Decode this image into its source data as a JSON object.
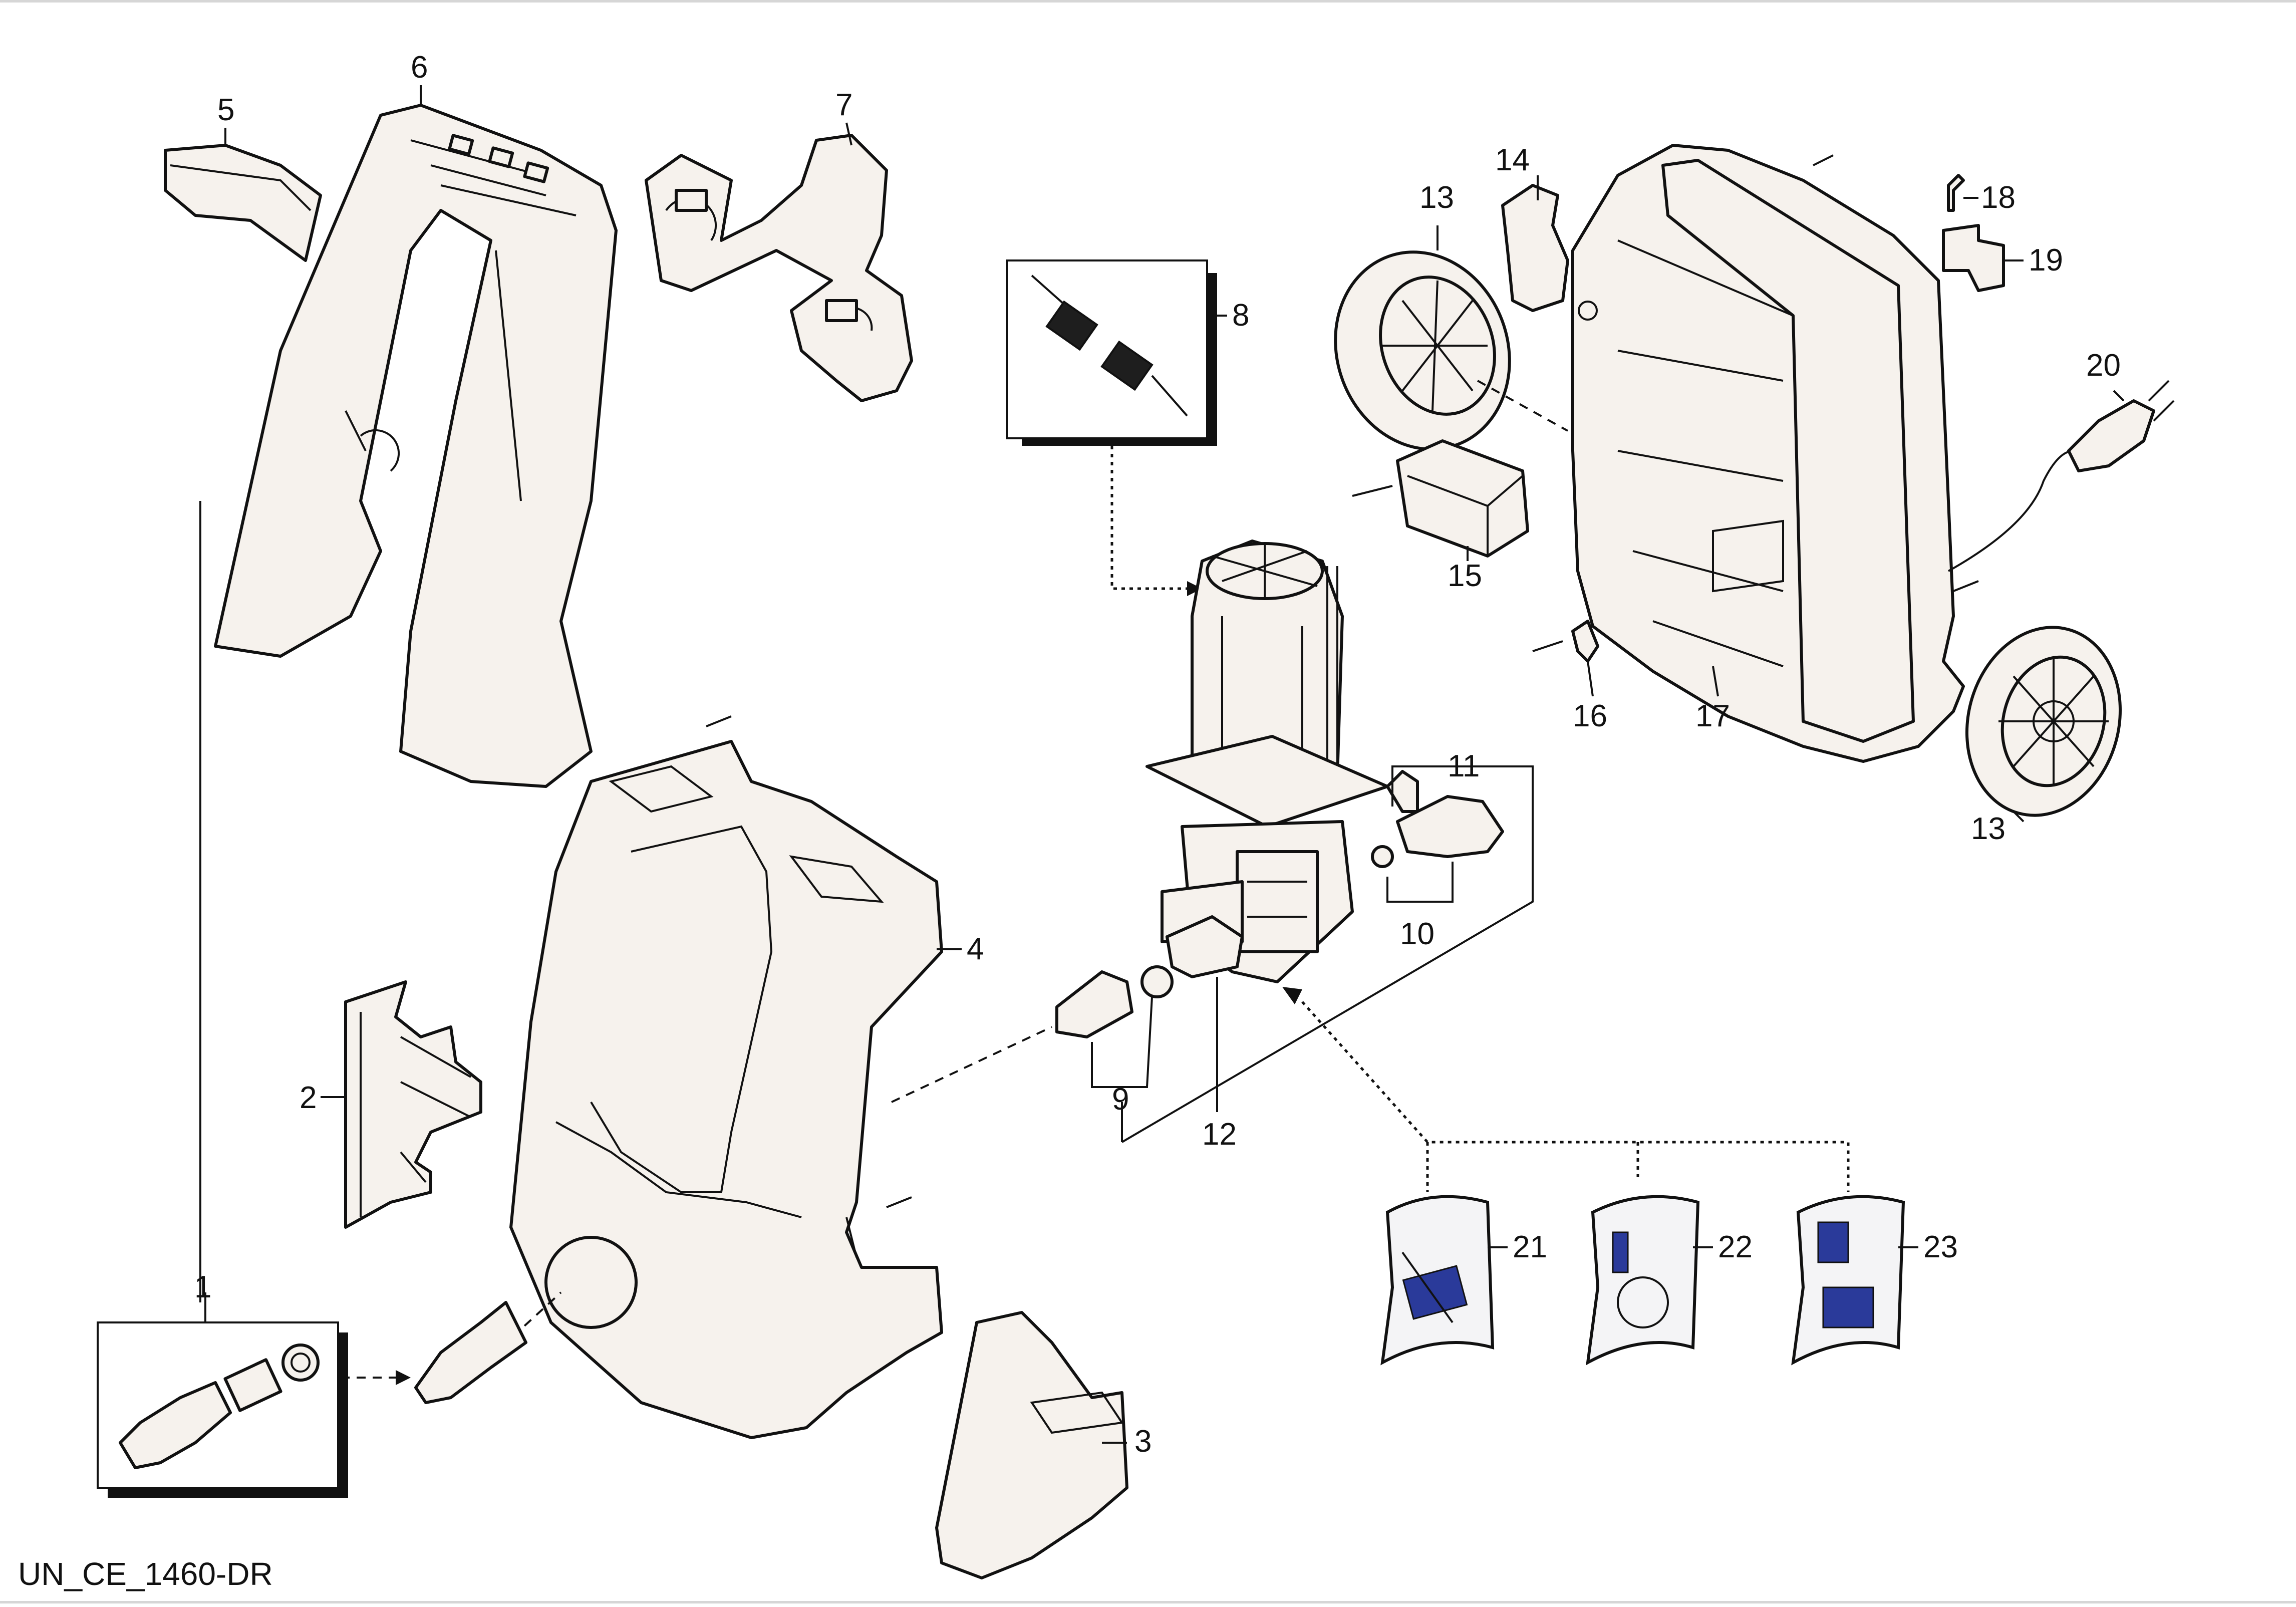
{
  "drawing_id": "UN_CE_1460-DR",
  "callouts": {
    "p1": "1",
    "p2": "2",
    "p3": "3",
    "p4": "4",
    "p5": "5",
    "p6": "6",
    "p7": "7",
    "p8": "8",
    "p9": "9",
    "p10": "10",
    "p11": "11",
    "p12": "12",
    "p13a": "13",
    "p13b": "13",
    "p14": "14",
    "p15": "15",
    "p16": "16",
    "p17": "17",
    "p18": "18",
    "p19": "19",
    "p20": "20",
    "p21": "21",
    "p22": "22",
    "p23": "23"
  },
  "colors": {
    "line": "#111111",
    "part_fill": "#f6f2ed",
    "kit_blue": "#2a3a9a",
    "shadow": "#111111"
  }
}
